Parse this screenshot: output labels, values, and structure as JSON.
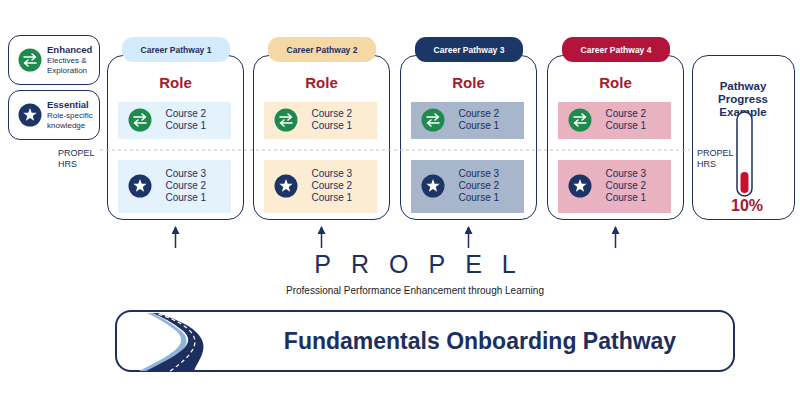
{
  "diagram": {
    "title": "PROPEL",
    "nodes": [
      {
        "text": [
          "Enhanced",
          "Electives & Exploration"
        ]
      },
      {
        "text": [
          "Essential",
          "Role-specific knowledge"
        ]
      },
      {
        "text": [
          "Career Pathway 1"
        ]
      },
      {
        "text": [
          "Role"
        ]
      },
      {
        "text": [
          "Course 2",
          "Course 1"
        ],
        "in": 3
      },
      {
        "text": [
          "Course 3",
          "Course 2",
          "Course 1"
        ],
        "in": 3
      },
      {
        "text": [
          "Career Pathway 2"
        ]
      },
      {
        "text": [
          "Role"
        ]
      },
      {
        "text": [
          "Course 2",
          "Course 1"
        ],
        "in": 7
      },
      {
        "text": [
          "Course 3",
          "Course 2",
          "Course 1"
        ],
        "in": 7
      },
      {
        "text": [
          "Career Pathway 3"
        ]
      },
      {
        "text": [
          "Role"
        ]
      },
      {
        "text": [
          "Course 2",
          "Course 1"
        ],
        "in": 11
      },
      {
        "text": [
          "Course 3",
          "Course 2",
          "Course 1"
        ],
        "in": 11
      },
      {
        "text": [
          "Career Pathway 4"
        ]
      },
      {
        "text": [
          "Role"
        ]
      },
      {
        "text": [
          "Course 2",
          "Course 1"
        ],
        "in": 15
      },
      {
        "text": [
          "Course 3",
          "Course 2",
          "Course 1"
        ],
        "in": 15
      },
      {
        "text": [
          "Pathway Progress Example",
          "PROPEL HRS",
          "10%"
        ]
      },
      {
        "text": [
          "Fundamentals Onboarding Pathway"
        ]
      }
    ],
    "labels": [
      "PROPEL HRS",
      "Professional Performance Enhancement through Learning"
    ]
  }
}
